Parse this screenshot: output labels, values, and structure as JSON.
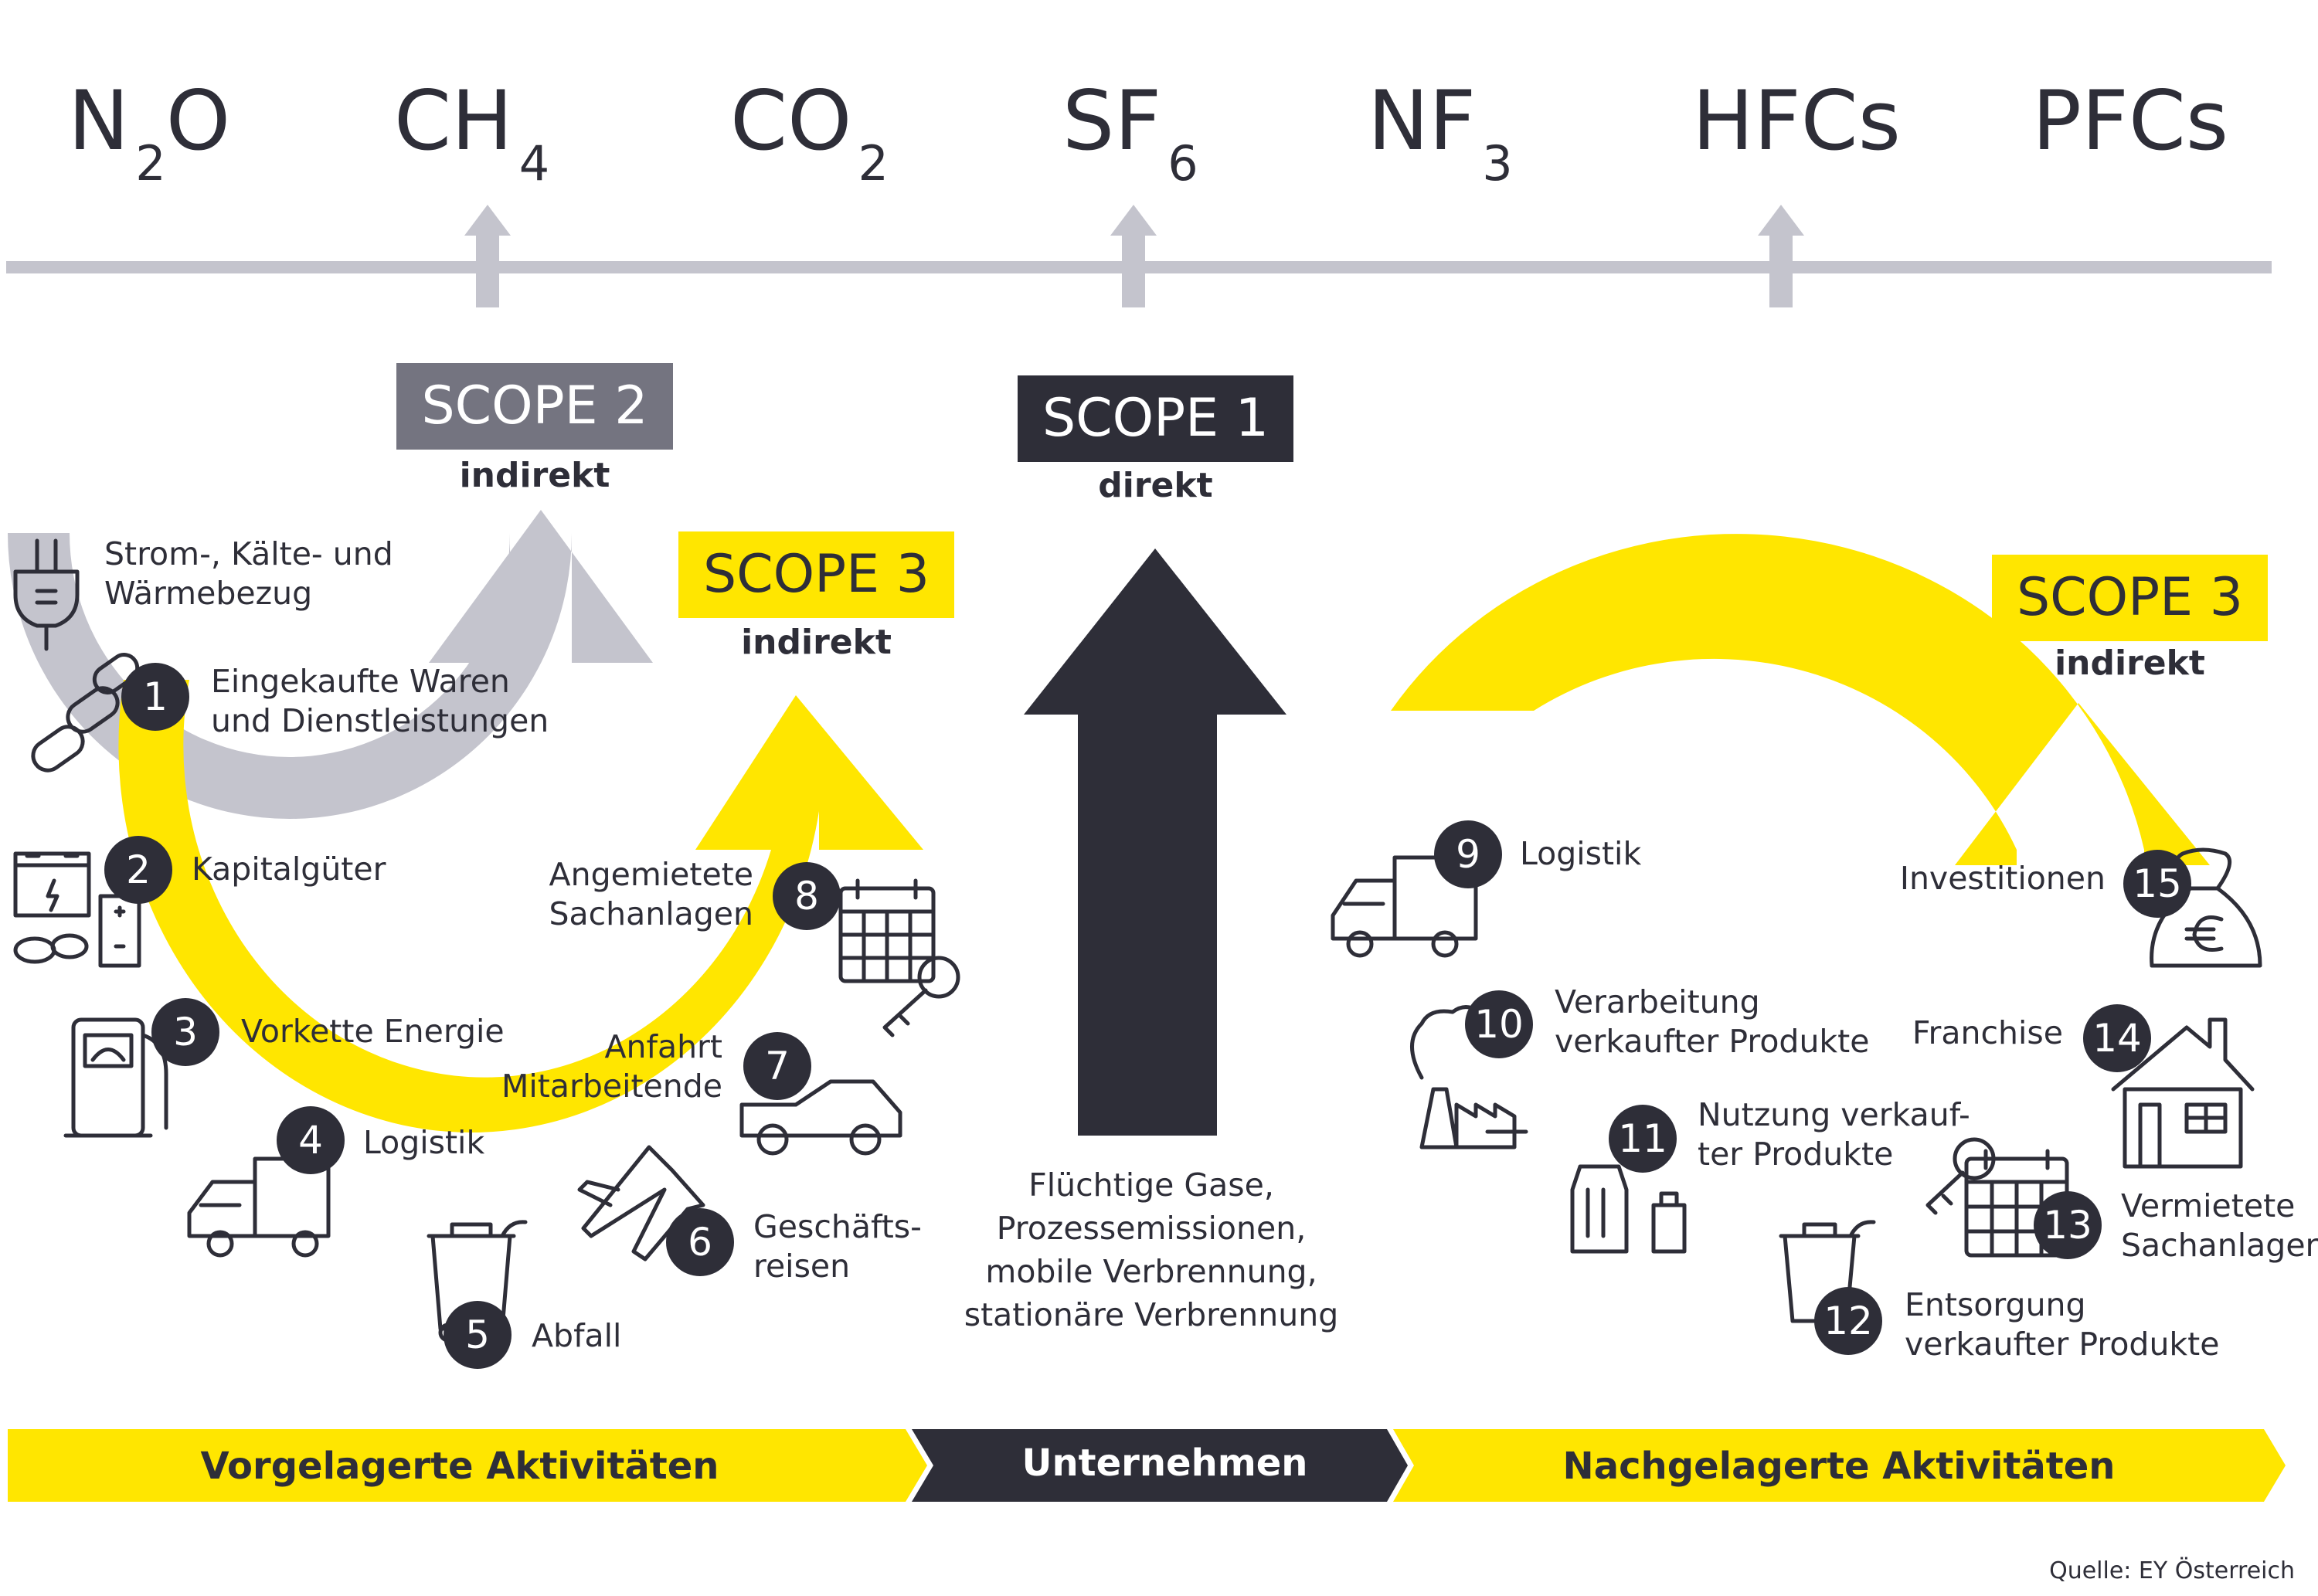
{
  "gases": [
    {
      "base": "N",
      "sub": "2",
      "tail": "O"
    },
    {
      "base": "CH",
      "sub": "4",
      "tail": ""
    },
    {
      "base": "CO",
      "sub": "2",
      "tail": ""
    },
    {
      "base": "SF",
      "sub": "6",
      "tail": ""
    },
    {
      "base": "NF",
      "sub": "3",
      "tail": ""
    },
    {
      "base": "HFCs",
      "sub": "",
      "tail": ""
    },
    {
      "base": "PFCs",
      "sub": "",
      "tail": ""
    }
  ],
  "scopes": {
    "scope2": {
      "title": "SCOPE 2",
      "sub": "indirekt"
    },
    "scope1": {
      "title": "SCOPE 1",
      "sub": "direkt"
    },
    "scope3_left": {
      "title": "SCOPE 3",
      "sub": "indirekt"
    },
    "scope3_right": {
      "title": "SCOPE 3",
      "sub": "indirekt"
    }
  },
  "scope2_item": {
    "line1": "Strom-, Kälte- und",
    "line2": "Wärmebezug"
  },
  "upstream": [
    {
      "n": "1",
      "line1": "Eingekaufte Waren",
      "line2": "und Dienstleistungen"
    },
    {
      "n": "2",
      "line1": "Kapitalgüter",
      "line2": ""
    },
    {
      "n": "3",
      "line1": "Vorkette Energie",
      "line2": ""
    },
    {
      "n": "4",
      "line1": "Logistik",
      "line2": ""
    },
    {
      "n": "5",
      "line1": "Abfall",
      "line2": ""
    },
    {
      "n": "6",
      "line1": "Geschäfts-",
      "line2": "reisen"
    },
    {
      "n": "7",
      "line1": "Anfahrt",
      "line2": "Mitarbeitende"
    },
    {
      "n": "8",
      "line1": "Angemietete",
      "line2": "Sachanlagen"
    }
  ],
  "downstream": [
    {
      "n": "9",
      "line1": "Logistik",
      "line2": ""
    },
    {
      "n": "10",
      "line1": "Verarbeitung",
      "line2": "verkaufter Produkte"
    },
    {
      "n": "11",
      "line1": "Nutzung verkauf-",
      "line2": "ter Produkte"
    },
    {
      "n": "12",
      "line1": "Entsorgung",
      "line2": "verkaufter Produkte"
    },
    {
      "n": "13",
      "line1": "Vermietete",
      "line2": "Sachanlagen"
    },
    {
      "n": "14",
      "line1": "Franchise",
      "line2": ""
    },
    {
      "n": "15",
      "line1": "Investitionen",
      "line2": ""
    }
  ],
  "scope1_sources": [
    "Flüchtige Gase,",
    "Prozessemissionen,",
    "mobile Verbrennung,",
    "stationäre Verbrennung"
  ],
  "bands": {
    "left": "Vorgelagerte Aktivitäten",
    "middle": "Unternehmen",
    "right": "Nachgelagerte Aktivitäten"
  },
  "source": "Quelle: EY Österreich",
  "colors": {
    "yellow": "#ffe600",
    "dark": "#2e2e38",
    "grey": "#c4c4cd",
    "greyBox": "#747480"
  }
}
